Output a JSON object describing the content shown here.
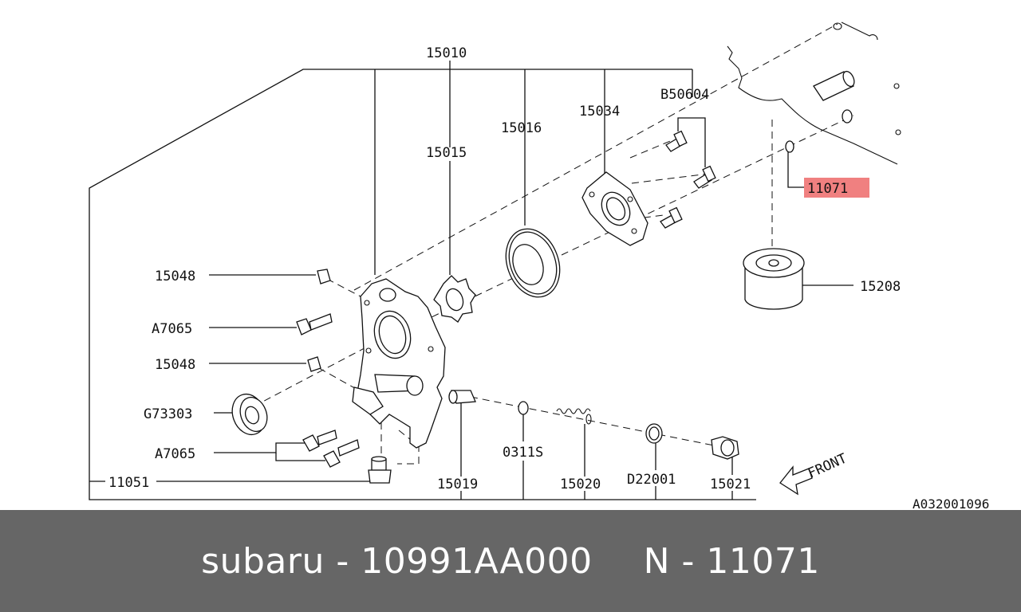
{
  "diagram": {
    "labels": {
      "p15010": "15010",
      "p15015": "15015",
      "p15016": "15016",
      "p15034": "15034",
      "pB50604": "B50604",
      "p11071": "11071",
      "p15208": "15208",
      "p15048a": "15048",
      "pA7065a": "A7065",
      "p15048b": "15048",
      "pG73303": "G73303",
      "pA7065b": "A7065",
      "p11051": "11051",
      "p15019": "15019",
      "p0311S": "0311S",
      "p15020": "15020",
      "pD22001": "D22001",
      "p15021": "15021",
      "front": "FRONT",
      "code": "A032001096"
    },
    "highlight_color": "#f08080"
  },
  "footer": {
    "left": "subaru - 10991AA000",
    "right": "N - 11071"
  },
  "colors": {
    "footer_bg": "#666666",
    "footer_text": "#ffffff",
    "line": "#111111"
  }
}
